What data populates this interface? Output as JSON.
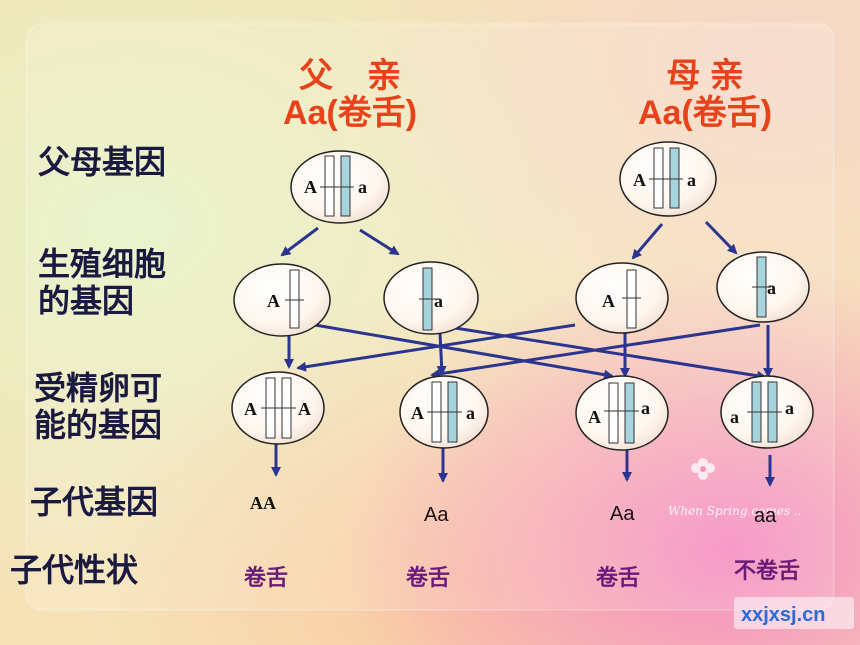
{
  "row_labels": {
    "parent_genes": "父母基因",
    "gamete_genes_line1": "生殖细胞",
    "gamete_genes_line2": "的基因",
    "zygote_genes_line1": "受精卵可",
    "zygote_genes_line2": "能的基因",
    "offspring_genes": "子代基因",
    "offspring_traits": "子代性状"
  },
  "father": {
    "title": "父　亲",
    "genotype": "Aa(卷舌)",
    "alleles": [
      "A",
      "a"
    ]
  },
  "mother": {
    "title": "母 亲",
    "genotype": "Aa(卷舌)",
    "alleles": [
      "A",
      "a"
    ]
  },
  "gametes": [
    "A",
    "a",
    "A",
    "a"
  ],
  "zygotes": [
    {
      "left": "A",
      "right": "A"
    },
    {
      "left": "A",
      "right": "a"
    },
    {
      "left": "A",
      "right": "a"
    },
    {
      "left": "a",
      "right": "a"
    }
  ],
  "offspring_genotypes": [
    "AA",
    "Aa",
    "Aa",
    "aa"
  ],
  "offspring_traits": [
    "卷舌",
    "卷舌",
    "卷舌",
    "不卷舌"
  ],
  "watermark": {
    "script_text": "When Spring comes ..",
    "logo": "xxjxsj.cn"
  },
  "colors": {
    "accent_orange": "#e8421a",
    "arrow_blue": "#2b3590",
    "chromosome_blue": "#a8d4de",
    "trait_purple": "#6a1a78"
  }
}
